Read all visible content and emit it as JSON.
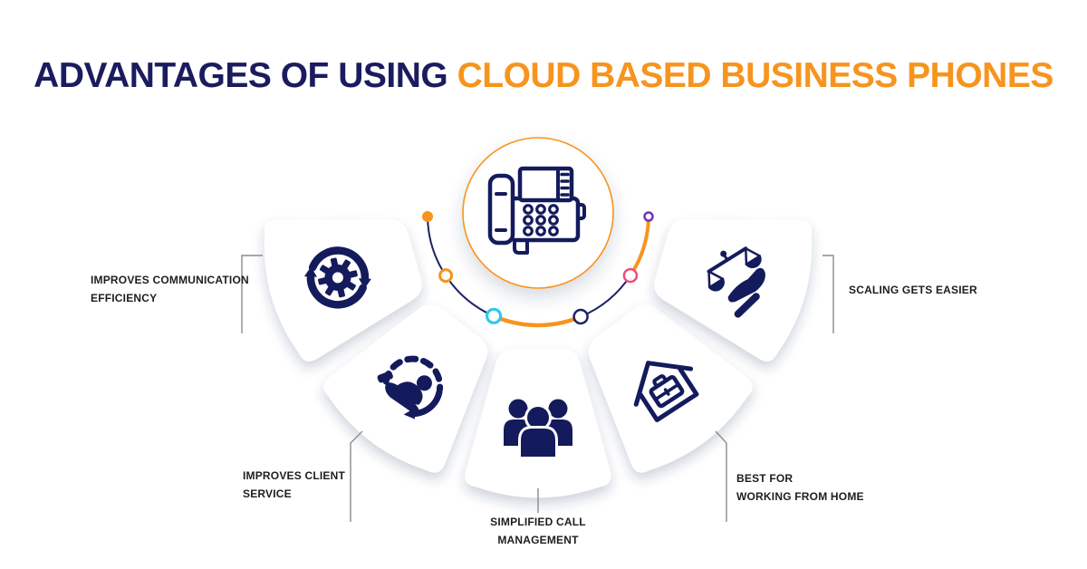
{
  "title": {
    "prefix": "ADVANTAGES OF USING ",
    "highlight": "CLOUD BASED BUSINESS PHONES"
  },
  "center": {
    "icon": "desk-phone-icon"
  },
  "items": [
    {
      "label": "IMPROVES COMMUNICATION\nEFFICIENCY",
      "icon": "gear-sync-icon"
    },
    {
      "label": "IMPROVES CLIENT\nSERVICE",
      "icon": "hand-client-icon"
    },
    {
      "label": "SIMPLIFIED CALL\nMANAGEMENT",
      "icon": "people-group-icon"
    },
    {
      "label": "BEST FOR\nWORKING FROM HOME",
      "icon": "home-office-icon"
    },
    {
      "label": "SCALING GETS EASIER",
      "icon": "scales-hand-icon"
    }
  ],
  "arc_dots": [
    "orange-filled",
    "orange-ring",
    "cyan-ring",
    "navy-ring",
    "pink-ring",
    "purple-ring"
  ],
  "colors": {
    "title_navy": "#1b1c5e",
    "orange": "#f7941e",
    "icon_navy": "#141b5c",
    "arc_navy": "#1c2266",
    "cyan": "#2fc9e8",
    "pink": "#f24a7e",
    "purple": "#7434b8",
    "label_text": "#1e1e1c",
    "connector": "#8c8c8c",
    "petal": "#ffffff",
    "background": "#ffffff"
  }
}
